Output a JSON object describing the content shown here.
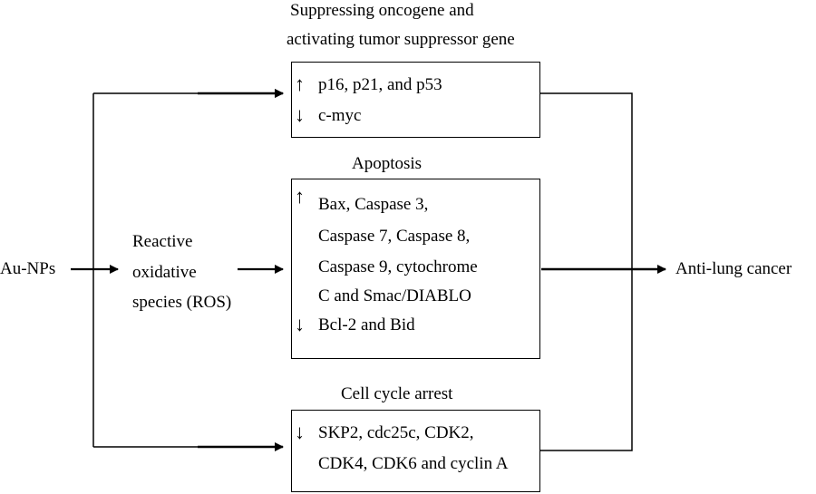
{
  "oncogene": {
    "heading_line1": "Suppressing oncogene and",
    "heading_line2": "activating tumor suppressor gene",
    "up_item": "p16, p21, and p53",
    "down_item": "c-myc"
  },
  "apoptosis": {
    "heading": "Apoptosis",
    "up_line1": "Bax, Caspase 3,",
    "up_line2": "Caspase 7, Caspase 8,",
    "up_line3": "Caspase 9, cytochrome",
    "up_line4": "C and Smac/DIABLO",
    "down_item": "Bcl-2 and Bid"
  },
  "cell_cycle": {
    "heading": "Cell cycle arrest",
    "down_line1": "SKP2, cdc25c, CDK2,",
    "down_line2": "CDK4, CDK6 and cyclin A"
  },
  "nodes": {
    "source": "Au-NPs",
    "ros_line1": "Reactive",
    "ros_line2": "oxidative",
    "ros_line3": "species (ROS)",
    "outcome": "Anti-lung cancer"
  },
  "icons": {
    "up": "up-arrow-icon",
    "down": "down-arrow-icon"
  }
}
